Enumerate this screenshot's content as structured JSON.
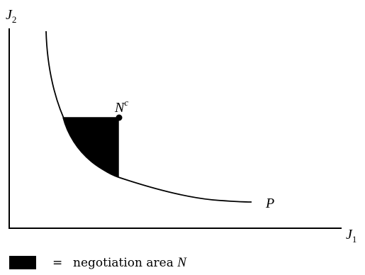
{
  "axes": {
    "y_label": "J",
    "y_label_sub": "2",
    "x_label": "J",
    "x_label_sub": "1"
  },
  "curve": {
    "label": "P"
  },
  "point": {
    "label": "N",
    "label_sup": "c"
  },
  "legend": {
    "equals": "=",
    "text": "negotiation area ",
    "symbol": "N"
  },
  "colors": {
    "ink": "#000000",
    "area_fill": "#000000",
    "background": "#ffffff"
  }
}
